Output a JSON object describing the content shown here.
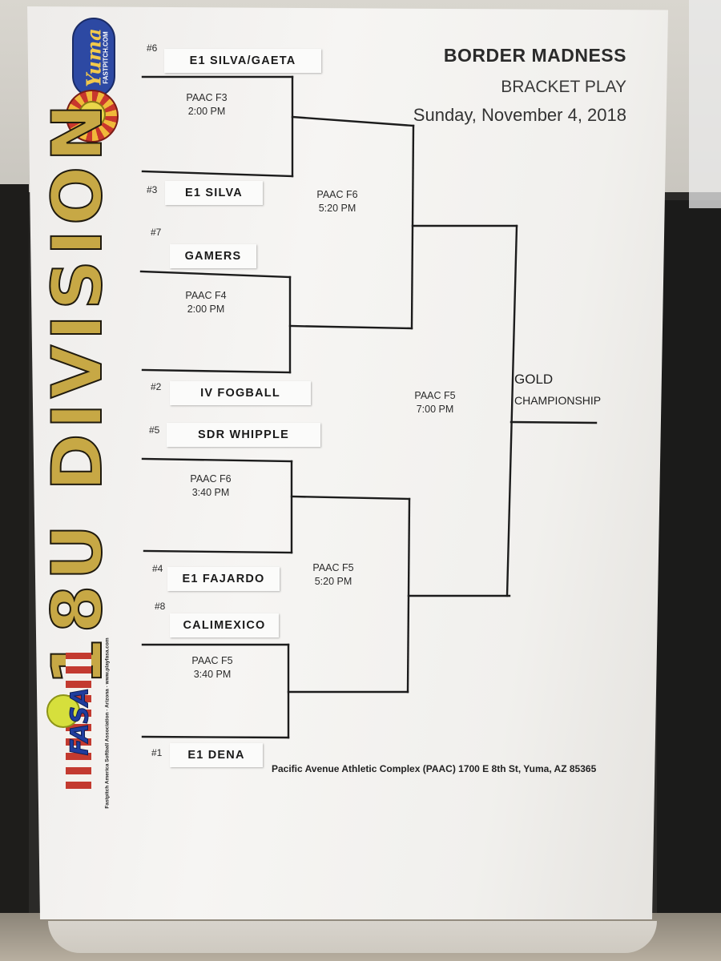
{
  "header": {
    "title": "BORDER MADNESS",
    "subtitle": "BRACKET PLAY",
    "date": "Sunday, November  4, 2018"
  },
  "division": "18U DIVISION",
  "logos": {
    "yuma_text": "Yuma",
    "yuma_url": "FASTPITCH.COM",
    "fasa_text": "FASA",
    "fasa_sub": "Fastpitch America Softball Association · Arizona · www.playfasa.com"
  },
  "teams": [
    {
      "seed": "#6",
      "name": "E1  SILVA/GAETA"
    },
    {
      "seed": "#3",
      "name": "E1  SILVA"
    },
    {
      "seed": "#7",
      "name": "GAMERS"
    },
    {
      "seed": "#2",
      "name": "IV  FOGBALL"
    },
    {
      "seed": "#5",
      "name": "SDR  WHIPPLE"
    },
    {
      "seed": "#4",
      "name": "E1  FAJARDO"
    },
    {
      "seed": "#8",
      "name": "CALIMEXICO"
    },
    {
      "seed": "#1",
      "name": "E1  DENA"
    }
  ],
  "games": [
    {
      "field": "PAAC F3",
      "time": "2:00 PM"
    },
    {
      "field": "PAAC F4",
      "time": "2:00 PM"
    },
    {
      "field": "PAAC F6",
      "time": "3:40 PM"
    },
    {
      "field": "PAAC F5",
      "time": "3:40 PM"
    },
    {
      "field": "PAAC F6",
      "time": "5:20 PM"
    },
    {
      "field": "PAAC F5",
      "time": "5:20 PM"
    },
    {
      "field": "PAAC F5",
      "time": "7:00 PM"
    }
  ],
  "final": {
    "label1": "GOLD",
    "label2": "CHAMPIONSHIP"
  },
  "footer": "Pacific Avenue Athletic Complex (PAAC) 1700 E 8th St, Yuma, AZ 85365"
}
